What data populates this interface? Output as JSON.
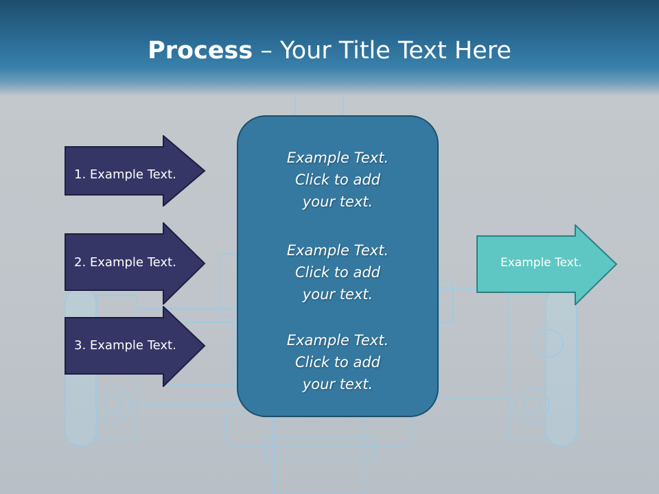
{
  "slide": {
    "title_bold": "Process",
    "title_rest": " – Your Title Text Here",
    "left_items": [
      {
        "label": "1. Example Text."
      },
      {
        "label": "2. Example Text."
      },
      {
        "label": "3. Example Text."
      }
    ],
    "center_blocks": [
      {
        "line1": "Example Text.",
        "line2": "Click  to add",
        "line3": "your text."
      },
      {
        "line1": "Example Text.",
        "line2": "Click  to add",
        "line3": "your text."
      },
      {
        "line1": "Example Text.",
        "line2": "Click  to add",
        "line3": "your text."
      }
    ],
    "right_item": {
      "label": "Example Text."
    }
  },
  "colors": {
    "header": "#2a6a93",
    "left_arrow": "#353566",
    "center_box": "#3579a0",
    "right_arrow": "#5ec7c3"
  }
}
